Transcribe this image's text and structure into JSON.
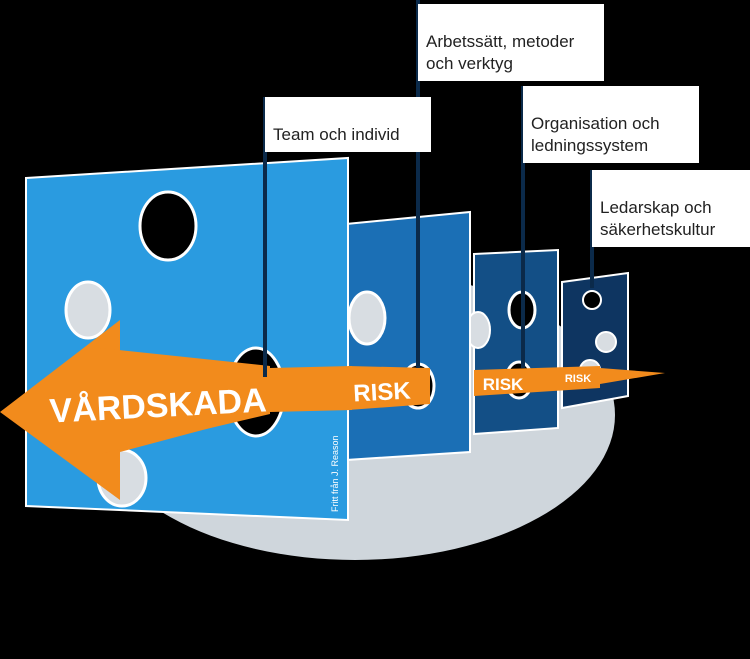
{
  "labels": {
    "team": "Team och individ",
    "methods": "Arbetssätt, metoder\noch verktyg",
    "organisation": "Organisation och\nledningssystem",
    "leadership": "Ledarskap och\nsäkerhetskultur"
  },
  "arrow": {
    "main": "VÅRDSKADA",
    "risk": [
      "RISK",
      "RISK",
      "RISK"
    ]
  },
  "credit": "Fritt från J. Reason",
  "colors": {
    "background": "#000000",
    "ellipse": "#cfd6dc",
    "slice1": "#2a9be0",
    "slice2": "#1b6fb5",
    "slice3": "#134f86",
    "slice4": "#0e3561",
    "arrow": "#f28b1c",
    "hole": "#d8dde2"
  }
}
